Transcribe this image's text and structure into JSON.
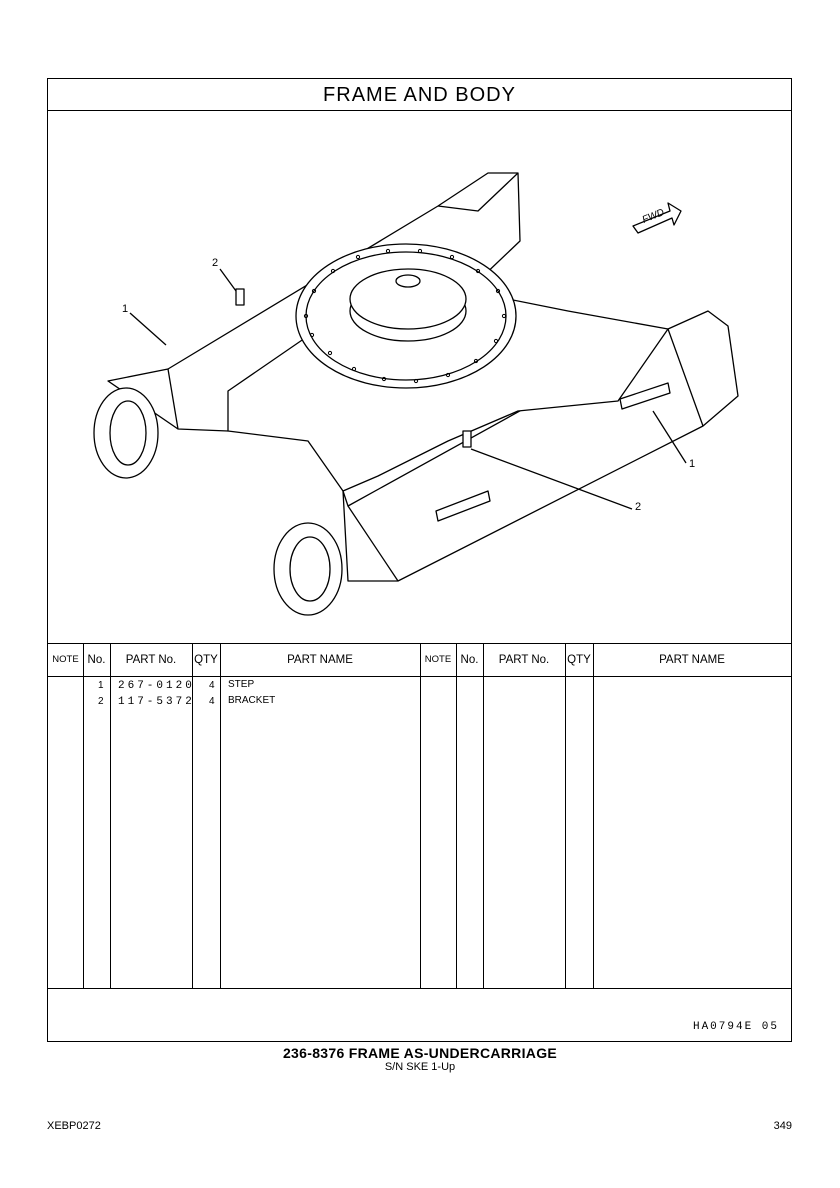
{
  "title": "FRAME AND BODY",
  "drawing": {
    "callouts": [
      "1",
      "2",
      "1",
      "2"
    ],
    "direction_label": "FWD"
  },
  "table": {
    "headers": [
      "NOTE",
      "No.",
      "PART No.",
      "QTY",
      "PART NAME",
      "NOTE",
      "No.",
      "PART No.",
      "QTY",
      "PART NAME"
    ],
    "rows": [
      {
        "no": "1",
        "part_no": "267-0120",
        "qty": "4",
        "name": "STEP"
      },
      {
        "no": "2",
        "part_no": "117-5372",
        "qty": "4",
        "name": "BRACKET"
      }
    ]
  },
  "illustration_code": "HA0794E  05",
  "caption": {
    "line1": "236-8376  FRAME AS-UNDERCARRIAGE",
    "line2": "S/N SKE 1-Up"
  },
  "doc_id": "XEBP0272",
  "page_number": "349"
}
